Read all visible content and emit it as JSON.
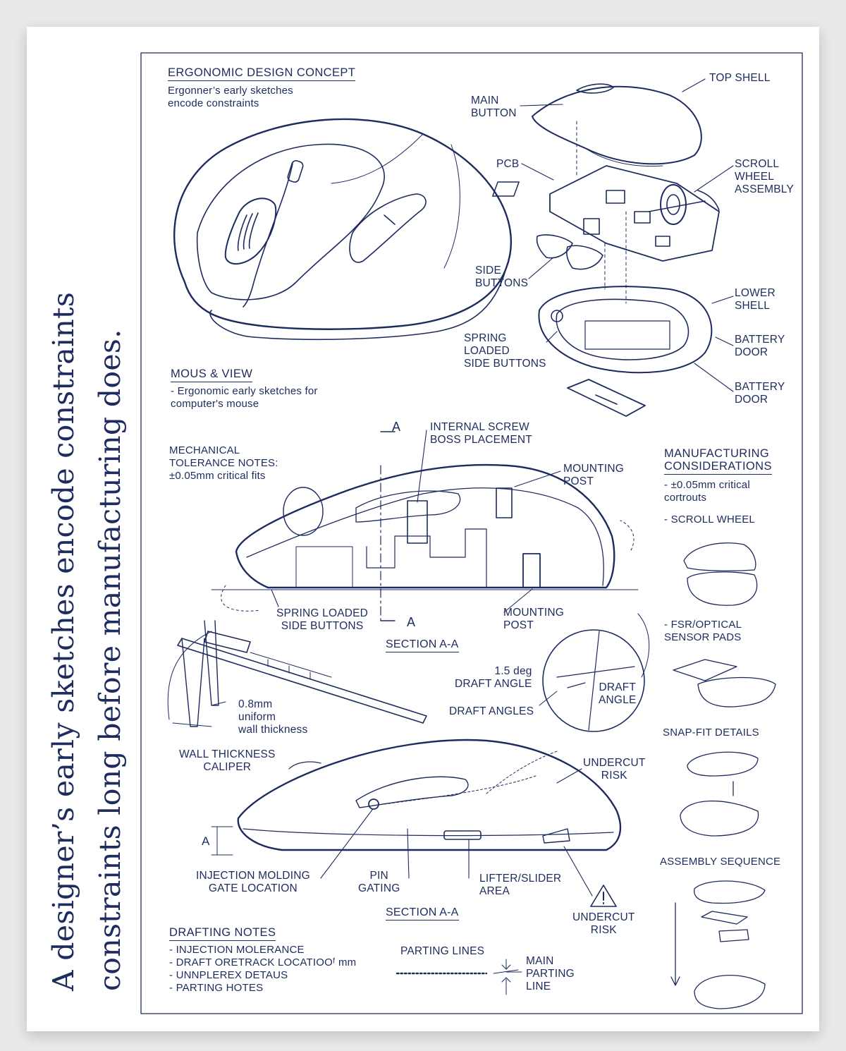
{
  "title_lines": [
    "A designer’s early sketches encode constraints",
    "constraints long before manufacturing does."
  ],
  "header": {
    "heading": "ERGONOMIC DESIGN CONCEPT",
    "subtext": "Ergonner’s early sketches\nencode constraints"
  },
  "exploded_labels": {
    "main_button": "MAIN\nBUTTON",
    "top_shell": "TOP SHELL",
    "pcb": "PCB",
    "scroll_wheel": "SCROLL\nWHEEL\nASSEMBLY",
    "side_buttons": "SIDE\nBUTTONS",
    "lower_shell": "LOWER\nSHELL",
    "spring_loaded": "SPRING\nLOADED\nSIDE BUTTONS",
    "battery_door_1": "BATTERY\nDOOR",
    "battery_door_2": "BATTERY\nDOOR"
  },
  "mouse_view": {
    "heading": "MOUS & VIEW",
    "subtext": "- Ergonomic early sketches for\n  computer's mouse"
  },
  "tolerance": "MECHANICAL\nTOLERANCE NOTES:\n±0.05mm critical fits",
  "section_labels": {
    "a_top": "A",
    "a_bottom": "A",
    "screw_boss": "INTERNAL SCREW\nBOSS PLACEMENT",
    "mounting_post_1": "MOUNTING\nPOST",
    "mounting_post_2": "MOUNTING\nPOST",
    "spring_loaded": "SPRING LOADED\nSIDE BUTTONS",
    "section_1": "SECTION A-A",
    "section_2": "SECTION A-A"
  },
  "caliper_labels": {
    "wall": "0.8mm\nuniform\nwall thickness",
    "caliper": "WALL THICKNESS\nCALIPER"
  },
  "draft_labels": {
    "deg": "1.5 deg\nDRAFT ANGLE",
    "angles": "DRAFT ANGLES",
    "angle": "DRAFT\nANGLE"
  },
  "side_labels": {
    "undercut_1": "UNDERCUT\nRISK",
    "a_dim": "A",
    "gate": "INJECTION MOLDING\nGATE LOCATION",
    "pin": "PIN\nGATING",
    "lifter": "LIFTER/SLIDER\nAREA",
    "undercut_2": "UNDERCUT\nRISK"
  },
  "manufacturing": {
    "heading": "MANUFACTURING\nCONSIDERATIONS",
    "item1": "- ±0.05mm critical\n  cortrouts",
    "item2": "- SCROLL WHEEL",
    "item3": "- FSR/OPTICAL\n  SENSOR PADS",
    "item4": "SNAP-FIT DETAILS",
    "item5": "ASSEMBLY SEQUENCE"
  },
  "drafting": {
    "heading": "DRAFTING NOTES",
    "lines": "- INJECTION MOLERANCE\n- DRAFT ORETRACK LOCATIOOᶠ mm\n- UNNPLEREX DETAUS\n- PARTING HOTES"
  },
  "parting": {
    "title": "PARTING LINES",
    "main": "MAIN\nPARTING\nLINE"
  },
  "colors": {
    "ink": "#1d2b5e",
    "paper": "#ffffff",
    "backdrop": "#e9e9ea"
  }
}
